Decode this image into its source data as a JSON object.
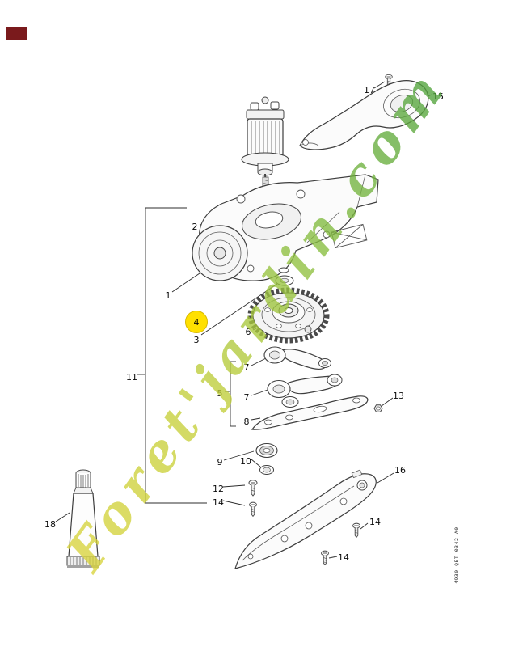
{
  "watermark": {
    "text": "Foret'jardin.com"
  },
  "side_code": "4930-QET-0342-A0",
  "colors": {
    "highlight": "#FFE000",
    "highlight_edge": "#d8b900",
    "corner_mark": "#7a1a1c",
    "wm_start": "#d9d43c",
    "wm_mid1": "#c3cf3a",
    "wm_mid2": "#8abf3f",
    "wm_end": "#4fa23c"
  },
  "callouts": [
    {
      "label": "17"
    },
    {
      "label": "15"
    },
    {
      "label": "2"
    },
    {
      "label": "1"
    },
    {
      "label": "11"
    },
    {
      "label": "3"
    },
    {
      "label": "4"
    },
    {
      "label": "6"
    },
    {
      "label": "7"
    },
    {
      "label": "7"
    },
    {
      "label": "5"
    },
    {
      "label": "8"
    },
    {
      "label": "13"
    },
    {
      "label": "9"
    },
    {
      "label": "10"
    },
    {
      "label": "12"
    },
    {
      "label": "14"
    },
    {
      "label": "16"
    },
    {
      "label": "14"
    },
    {
      "label": "14"
    },
    {
      "label": "18"
    }
  ]
}
